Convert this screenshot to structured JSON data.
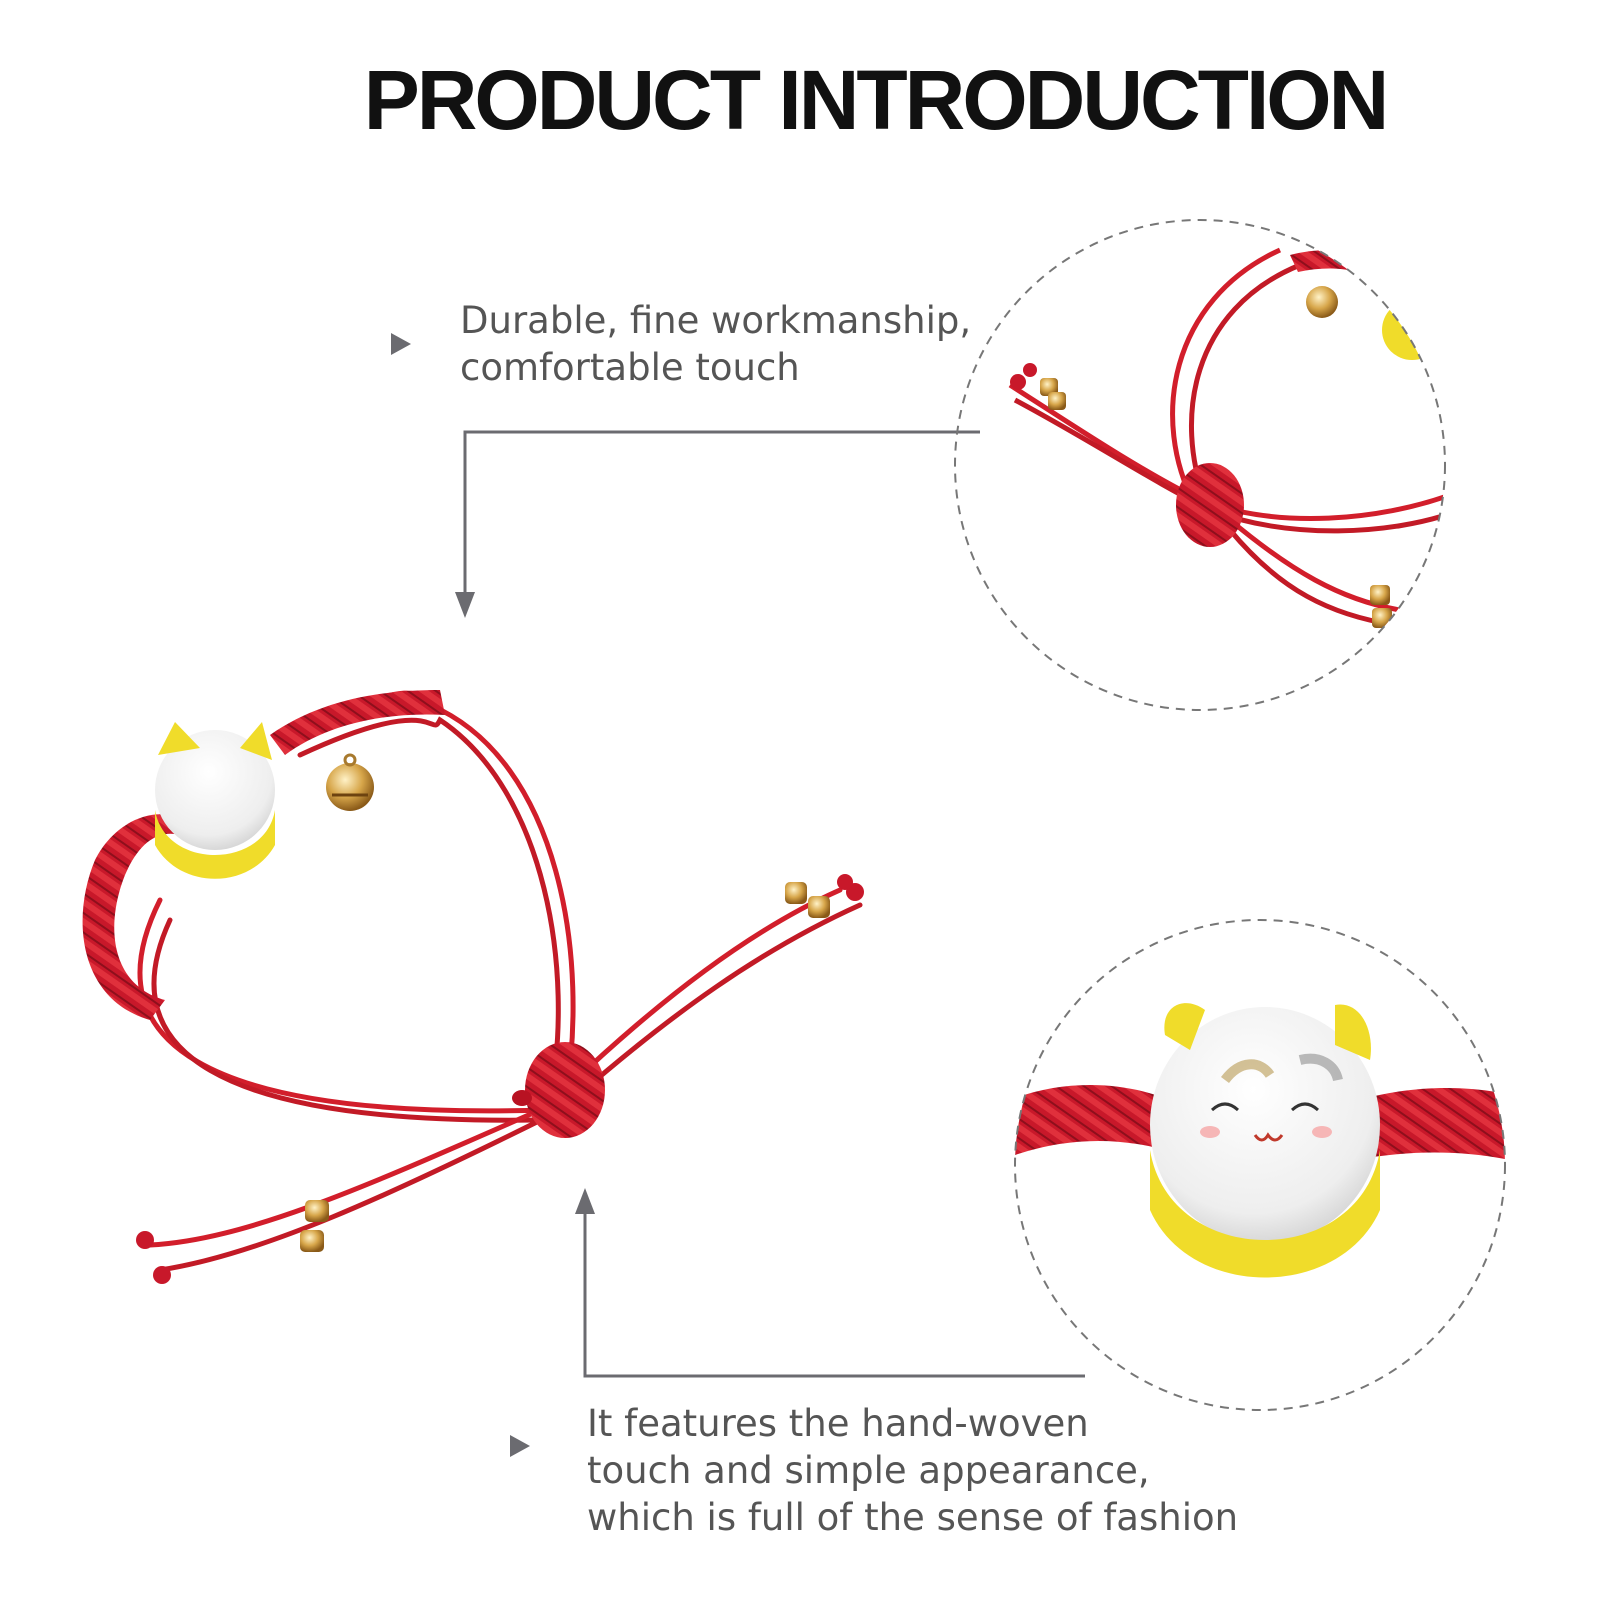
{
  "heading": "PRODUCT INTRODUCTION",
  "callouts": [
    {
      "lines": [
        "Durable, fine workmanship,",
        "comfortable touch"
      ]
    },
    {
      "lines": [
        "It features the hand-woven",
        "touch and simple appearance,",
        "which is full of the sense of fashion"
      ]
    }
  ],
  "colors": {
    "cord_red": "#d21e2b",
    "bead_yellow": "#f0dc2a",
    "bell_gold": "#d7a64a",
    "guide_gray": "#6b6b70",
    "text_gray": "#555555"
  },
  "icons": [
    "bullet-arrow-icon",
    "guide-arrow-icon"
  ]
}
